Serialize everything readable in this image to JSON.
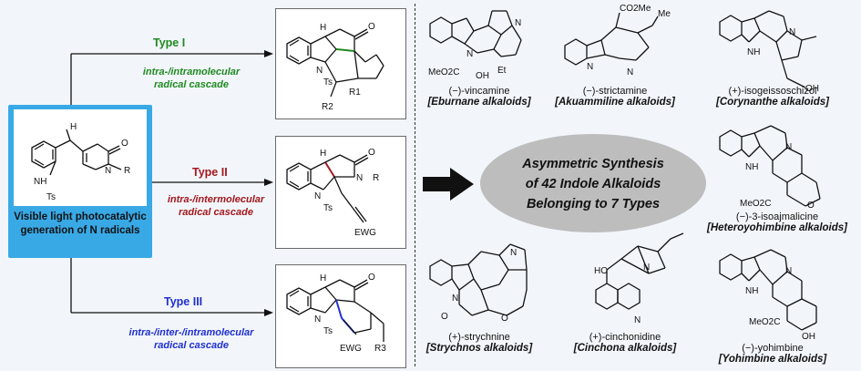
{
  "start": {
    "caption_line1": "Visible light photocatalytic",
    "caption_line2": "generation of N radicals"
  },
  "types": [
    {
      "label": "Type I",
      "desc_line1": "intra-/intramolecular",
      "desc_line2": "radical cascade",
      "color": "#1f8a1f"
    },
    {
      "label": "Type II",
      "desc_line1": "intra-/intermolecular",
      "desc_line2": "radical cascade",
      "color": "#a3171c"
    },
    {
      "label": "Type III",
      "desc_line1": "intra-/inter-/intramolecular",
      "desc_line2": "radical cascade",
      "color": "#1f2fd0"
    }
  ],
  "center": {
    "line1": "Asymmetric Synthesis",
    "line2": "of 42 Indole Alkaloids",
    "line3": "Belonging to 7 Types"
  },
  "alkaloids": [
    {
      "name": "(−)-vincamine",
      "class": "[Eburnane alkaloids]"
    },
    {
      "name": "(−)-strictamine",
      "class": "[Akuammiline alkaloids]"
    },
    {
      "name": "(+)-isogeissoschizol",
      "class": "[Corynanthe alkaloids]"
    },
    {
      "name": "(−)-3-isoajmalicine",
      "class": "[Heteroyohimbine alkaloids]"
    },
    {
      "name": "(+)-strychnine",
      "class": "[Strychnos alkaloids]"
    },
    {
      "name": "(+)-cinchonidine",
      "class": "[Cinchona alkaloids]"
    },
    {
      "name": "(−)-yohimbine",
      "class": "[Yohimbine alkaloids]"
    }
  ],
  "atom_labels": {
    "H": "H",
    "O": "O",
    "N": "N",
    "NH": "NH",
    "Ts": "Ts",
    "R": "R",
    "R1": "R1",
    "R2": "R2",
    "R3": "R3",
    "EWG": "EWG",
    "Et": "Et",
    "OH": "OH",
    "HO": "HO",
    "MeO2C": "MeO2C",
    "CO2Me": "CO2Me",
    "Me": "Me"
  },
  "colors": {
    "start_box": "#39a9e6",
    "ellipse": "#bdbdbd",
    "type1": "#1f8a1f",
    "type2": "#a3171c",
    "type3": "#1f2fd0"
  }
}
